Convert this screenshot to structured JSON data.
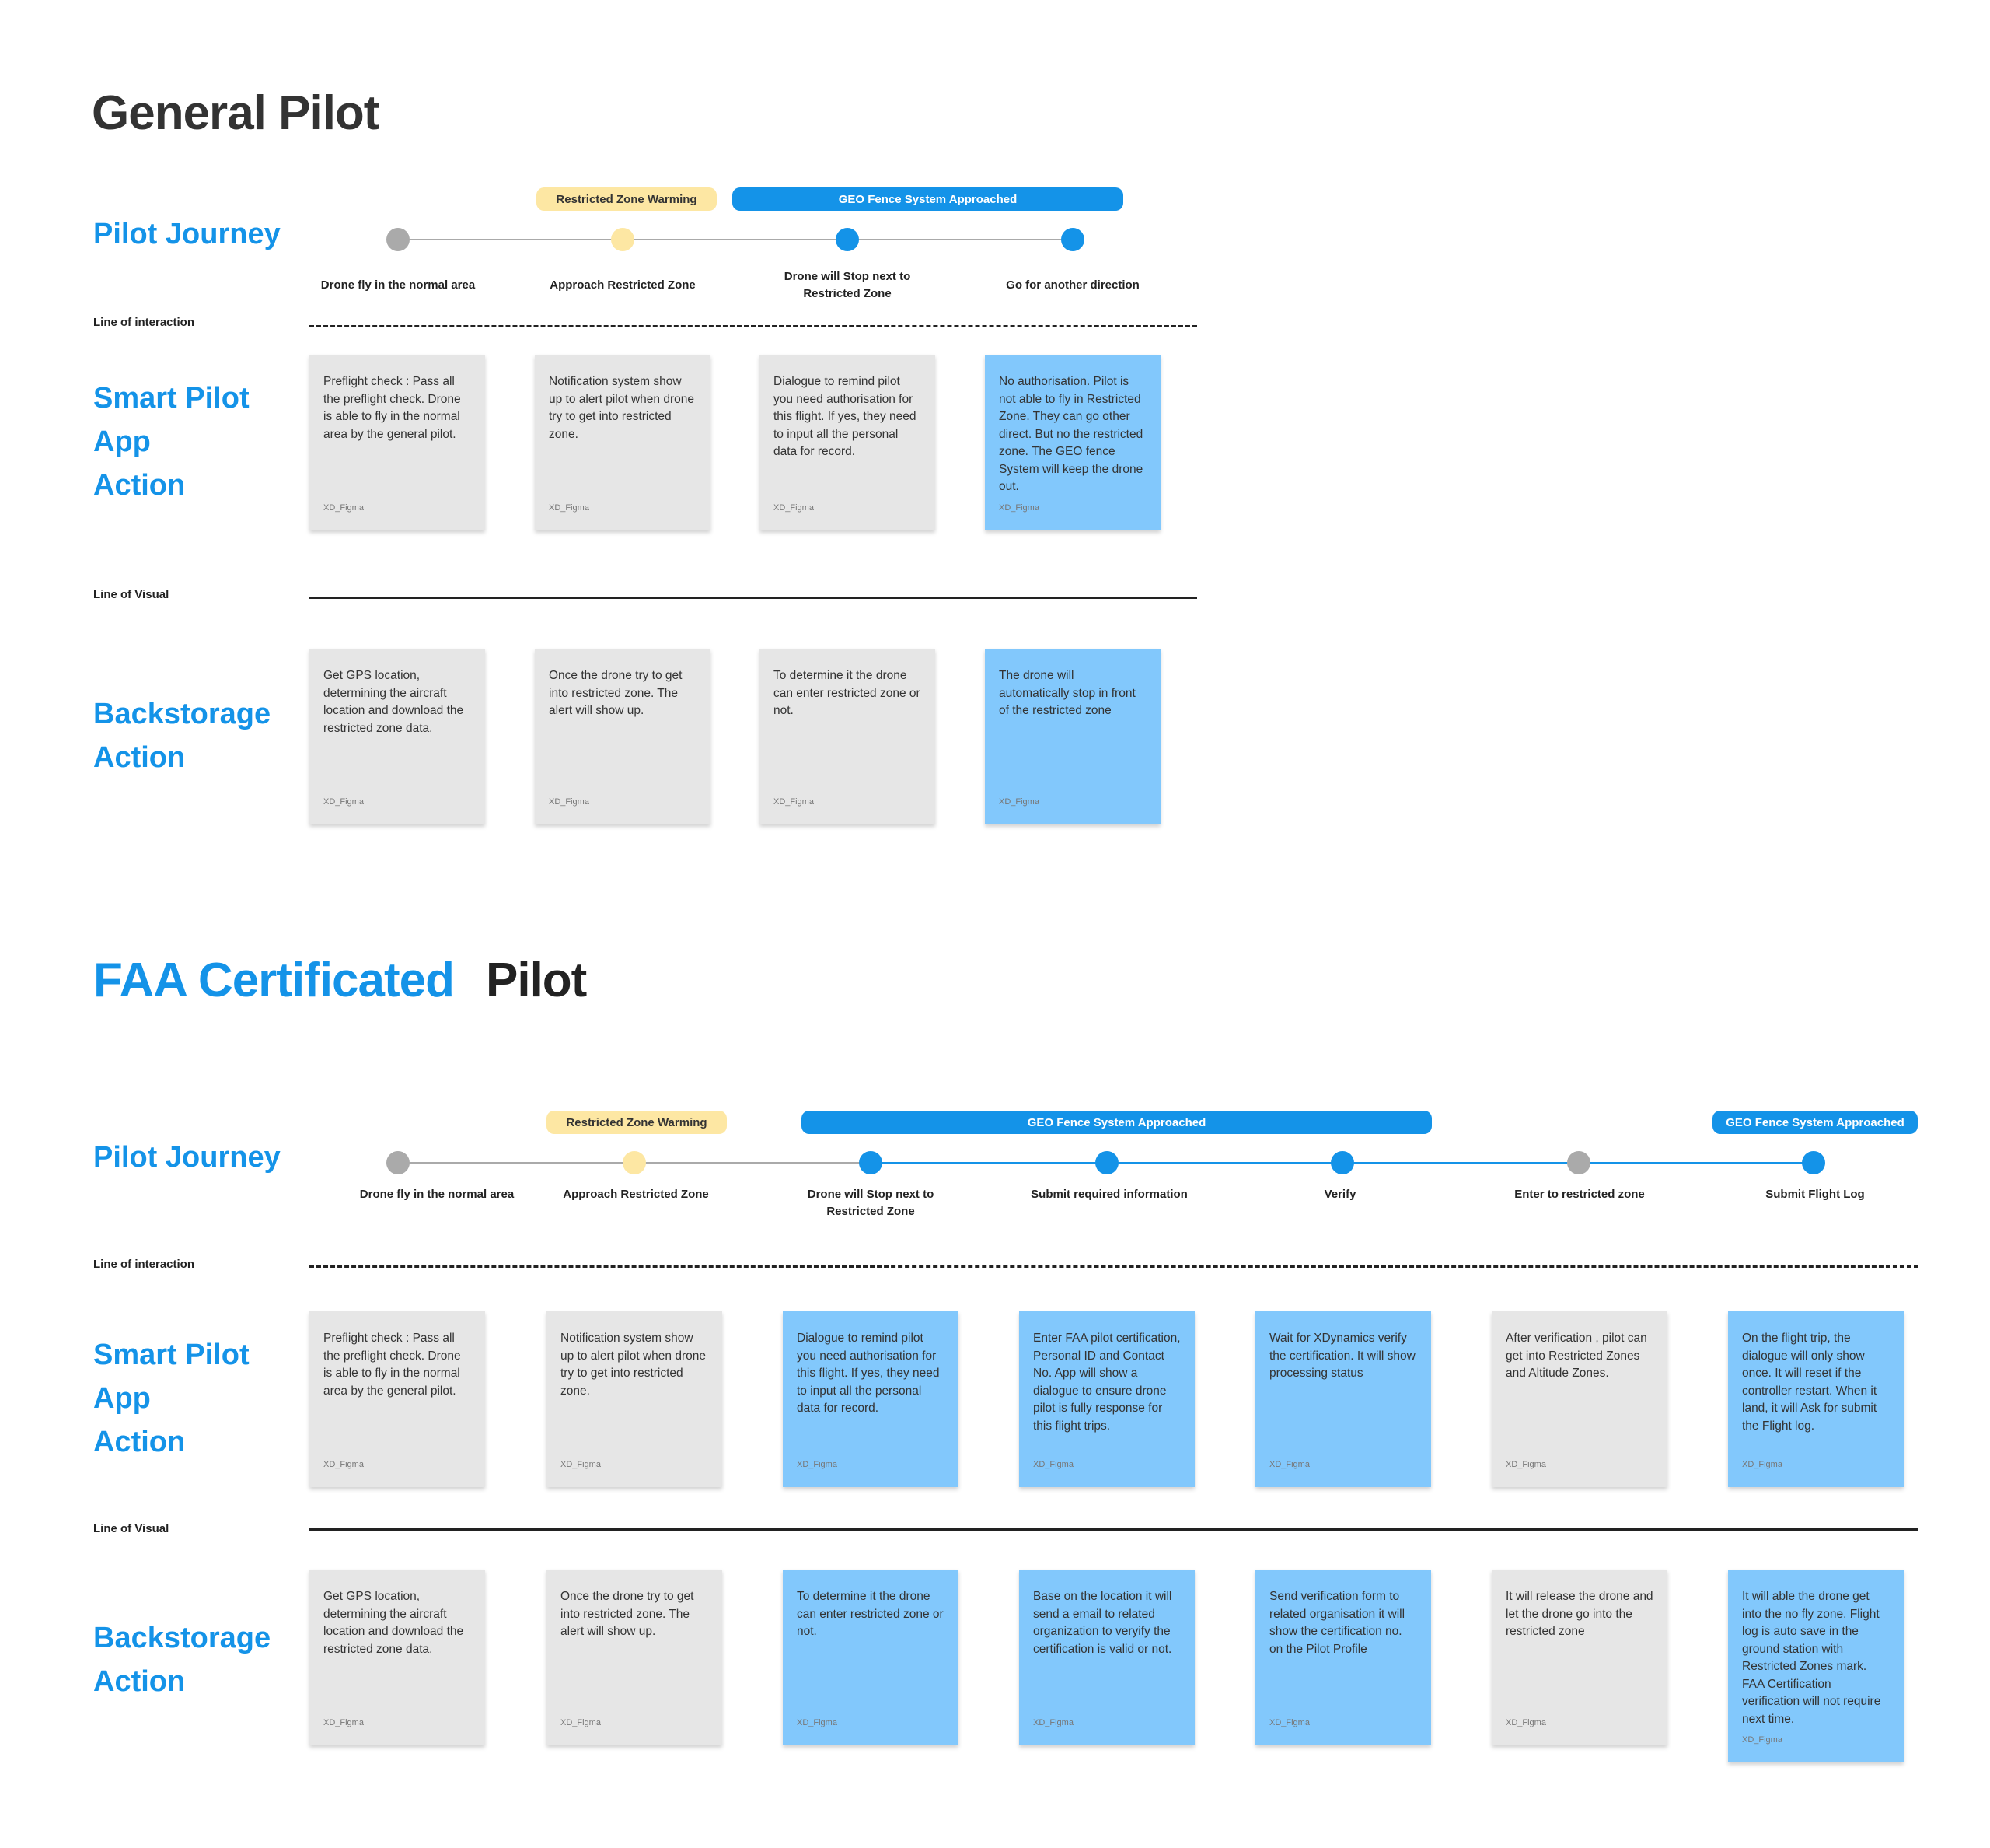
{
  "section1": {
    "title": "General Pilot",
    "lanes": {
      "journey": "Pilot Journey",
      "line_interaction": "Line of interaction",
      "app_action": [
        "Smart Pilot",
        "App",
        "Action"
      ],
      "line_visual": "Line of Visual",
      "backstorage": [
        "Backstorage",
        "Action"
      ]
    },
    "phases": [
      {
        "label": "Restricted Zone Warming",
        "color": "yellow"
      },
      {
        "label": "GEO Fence System Approached",
        "color": "blue"
      }
    ],
    "steps": [
      {
        "label": "Drone fly in the normal area",
        "dot": "grey"
      },
      {
        "label": "Approach Restricted Zone",
        "dot": "yellow"
      },
      {
        "label": "Drone will Stop next to Restricted Zone",
        "dot": "blue"
      },
      {
        "label": "Go for another direction",
        "dot": "blue"
      }
    ],
    "app_cards": [
      {
        "text": "Preflight check : Pass all the preflight check. Drone is able to fly in the normal area by the general pilot.",
        "tag": "XD_Figma",
        "color": "grey"
      },
      {
        "text": "Notification system show up to alert pilot when drone try to get into restricted zone.",
        "tag": "XD_Figma",
        "color": "grey"
      },
      {
        "text": "Dialogue to remind pilot you need authorisation for this flight. If yes, they need to input all the personal data for record.",
        "tag": "XD_Figma",
        "color": "grey"
      },
      {
        "text": "No authorisation.  Pilot is not able to fly in Restricted Zone. They can go other direct. But no the restricted zone. The GEO fence System will keep the drone out.",
        "tag": "XD_Figma",
        "color": "blue"
      }
    ],
    "back_cards": [
      {
        "text": "Get GPS location, determining the aircraft location and download the restricted zone data.",
        "tag": "XD_Figma",
        "color": "grey"
      },
      {
        "text": "Once the drone try to get into restricted zone. The alert will show up.",
        "tag": "XD_Figma",
        "color": "grey"
      },
      {
        "text": "To determine it the drone can enter restricted zone or not.",
        "tag": "XD_Figma",
        "color": "grey"
      },
      {
        "text": "The drone will automatically stop in front of the restricted zone",
        "tag": "XD_Figma",
        "color": "blue"
      }
    ]
  },
  "section2": {
    "title_blue": "FAA Certificated",
    "title_dark": "Pilot",
    "lanes": {
      "journey": "Pilot Journey",
      "line_interaction": "Line of interaction",
      "app_action": [
        "Smart Pilot",
        "App",
        "Action"
      ],
      "line_visual": "Line of Visual",
      "backstorage": [
        "Backstorage",
        "Action"
      ]
    },
    "phases": [
      {
        "label": "Restricted Zone Warming",
        "color": "yellow"
      },
      {
        "label": "GEO Fence System Approached",
        "color": "blue"
      },
      {
        "label": "GEO Fence System Approached",
        "color": "blue"
      }
    ],
    "steps": [
      {
        "label": "Drone fly in the normal area",
        "dot": "grey"
      },
      {
        "label": "Approach Restricted Zone",
        "dot": "yellow"
      },
      {
        "label": "Drone will Stop next to Restricted Zone",
        "dot": "blue"
      },
      {
        "label": "Submit required information",
        "dot": "blue"
      },
      {
        "label": "Verify",
        "dot": "blue"
      },
      {
        "label": "Enter to restricted zone",
        "dot": "grey"
      },
      {
        "label": "Submit Flight Log",
        "dot": "blue"
      }
    ],
    "app_cards": [
      {
        "text": "Preflight check : Pass all the preflight check. Drone is able to fly in the normal area by the general pilot.",
        "tag": "XD_Figma",
        "color": "grey"
      },
      {
        "text": "Notification system show up to alert pilot when drone try to get into restricted zone.",
        "tag": "XD_Figma",
        "color": "grey"
      },
      {
        "text": "Dialogue to remind pilot you need authorisation for this flight. If yes, they need to input all the personal data for record.",
        "tag": "XD_Figma",
        "color": "blue"
      },
      {
        "text": "Enter FAA pilot certification,  Personal ID and Contact No. App will show a dialogue to ensure drone pilot is fully response for this flight trips.",
        "tag": "XD_Figma",
        "color": "blue"
      },
      {
        "text": "Wait for XDynamics verify the certification. It will show processing status",
        "tag": "XD_Figma",
        "color": "blue"
      },
      {
        "text": "After verification , pilot can get into Restricted Zones and Altitude Zones.",
        "tag": "XD_Figma",
        "color": "grey"
      },
      {
        "text": "On the flight trip, the dialogue will only show once. It will reset if the controller restart. When it land, it will Ask for submit the Flight log.",
        "tag": "XD_Figma",
        "color": "blue"
      }
    ],
    "back_cards": [
      {
        "text": "Get GPS location, determining the aircraft location and download the restricted zone data.",
        "tag": "XD_Figma",
        "color": "grey"
      },
      {
        "text": "Once the drone try to get into restricted zone. The alert will show up.",
        "tag": "XD_Figma",
        "color": "grey"
      },
      {
        "text": "To determine it the drone can enter restricted zone or not.",
        "tag": "XD_Figma",
        "color": "blue"
      },
      {
        "text": "Base on the location it will send a email to related organization to veryify the certification is valid or not.",
        "tag": "XD_Figma",
        "color": "blue"
      },
      {
        "text": "Send  verification form to related organisation it will show the certification no. on the Pilot Profile",
        "tag": "XD_Figma",
        "color": "blue"
      },
      {
        "text": "It will release the drone and let the drone go into the restricted zone",
        "tag": "XD_Figma",
        "color": "grey"
      },
      {
        "text": "It will able the drone get into the no fly zone. Flight log is auto save in the ground station with Restricted Zones mark. FAA Certification verification will not require next time.",
        "tag": "XD_Figma",
        "color": "blue"
      }
    ]
  }
}
